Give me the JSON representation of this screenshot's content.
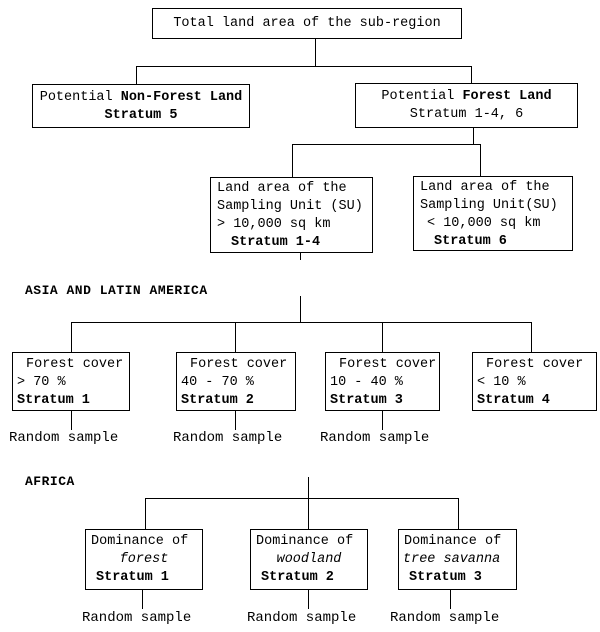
{
  "root": {
    "text": "Total land area of the sub-region"
  },
  "level2": {
    "nonforest": {
      "prefix": "Potential ",
      "emphasis": "Non-Forest Land",
      "stratum": "Stratum 5"
    },
    "forest": {
      "prefix": "Potential ",
      "emphasis": "Forest Land",
      "stratum": "Stratum 1-4, 6"
    }
  },
  "level3": {
    "large": {
      "line1": "Land area of the",
      "line2": "Sampling Unit (SU)",
      "line3": "> 10,000 sq km",
      "stratum": "Stratum 1-4"
    },
    "small": {
      "line1": "Land area of the",
      "line2": "Sampling Unit(SU)",
      "line3": "< 10,000 sq km",
      "stratum": "Stratum 6"
    }
  },
  "asia": {
    "label": "ASIA AND LATIN AMERICA",
    "boxes": [
      {
        "line1": "Forest cover",
        "line2": "> 70 %",
        "stratum": "Stratum 1",
        "sample": "Random sample"
      },
      {
        "line1": "Forest cover",
        "line2": "40 - 70 %",
        "stratum": "Stratum 2",
        "sample": "Random sample"
      },
      {
        "line1": "Forest cover",
        "line2": "10 - 40 %",
        "stratum": "Stratum 3",
        "sample": "Random sample"
      },
      {
        "line1": "Forest cover",
        "line2": "< 10 %",
        "stratum": "Stratum 4"
      }
    ]
  },
  "africa": {
    "label": "AFRICA",
    "boxes": [
      {
        "line1": "Dominance of",
        "line2": "forest",
        "stratum": "Stratum 1",
        "sample": "Random sample"
      },
      {
        "line1": "Dominance of",
        "line2": "woodland",
        "stratum": "Stratum 2",
        "sample": "Random sample"
      },
      {
        "line1": "Dominance of",
        "line2": "tree savanna",
        "stratum": "Stratum 3",
        "sample": "Random sample"
      }
    ]
  }
}
